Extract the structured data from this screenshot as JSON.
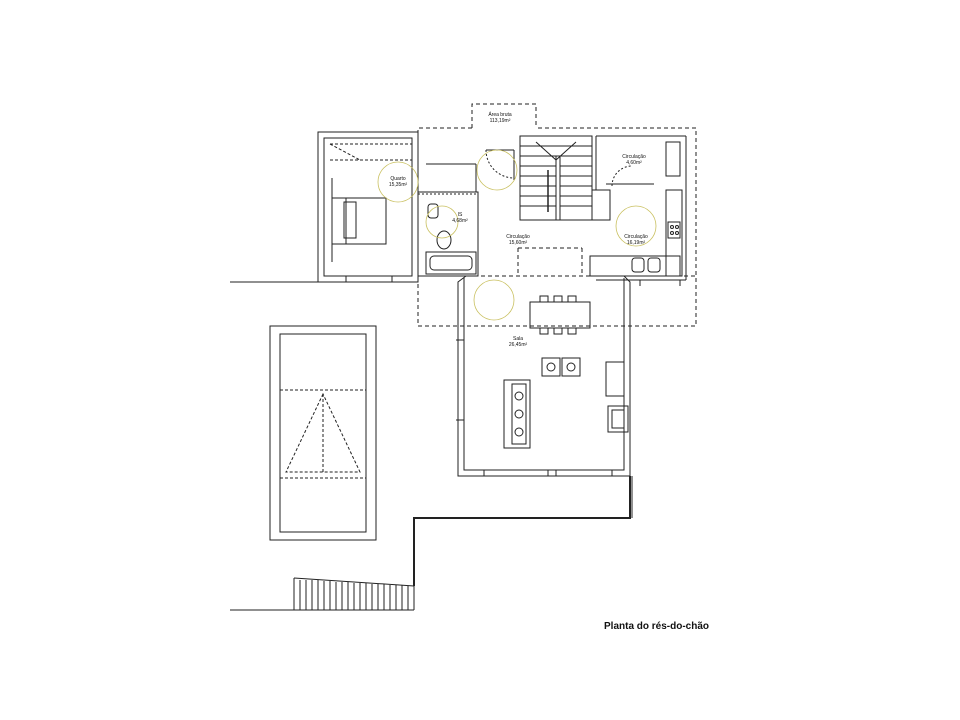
{
  "drawing": {
    "title": "Planta do rés-do-chão",
    "rooms": {
      "area_bruta": {
        "name": "Área bruta",
        "area": "113,19m²"
      },
      "quarto": {
        "name": "Quarto",
        "area": "15,35m²"
      },
      "wc": {
        "name": "IS",
        "area": "4,68m²"
      },
      "circ_central": {
        "name": "Circulação",
        "area": "15,60m²"
      },
      "circ_ne": {
        "name": "Circulação",
        "area": "4,60m²"
      },
      "circ_e": {
        "name": "Circulação",
        "area": "16,19m²"
      },
      "sala": {
        "name": "Sala",
        "area": "26,45m²"
      }
    }
  }
}
